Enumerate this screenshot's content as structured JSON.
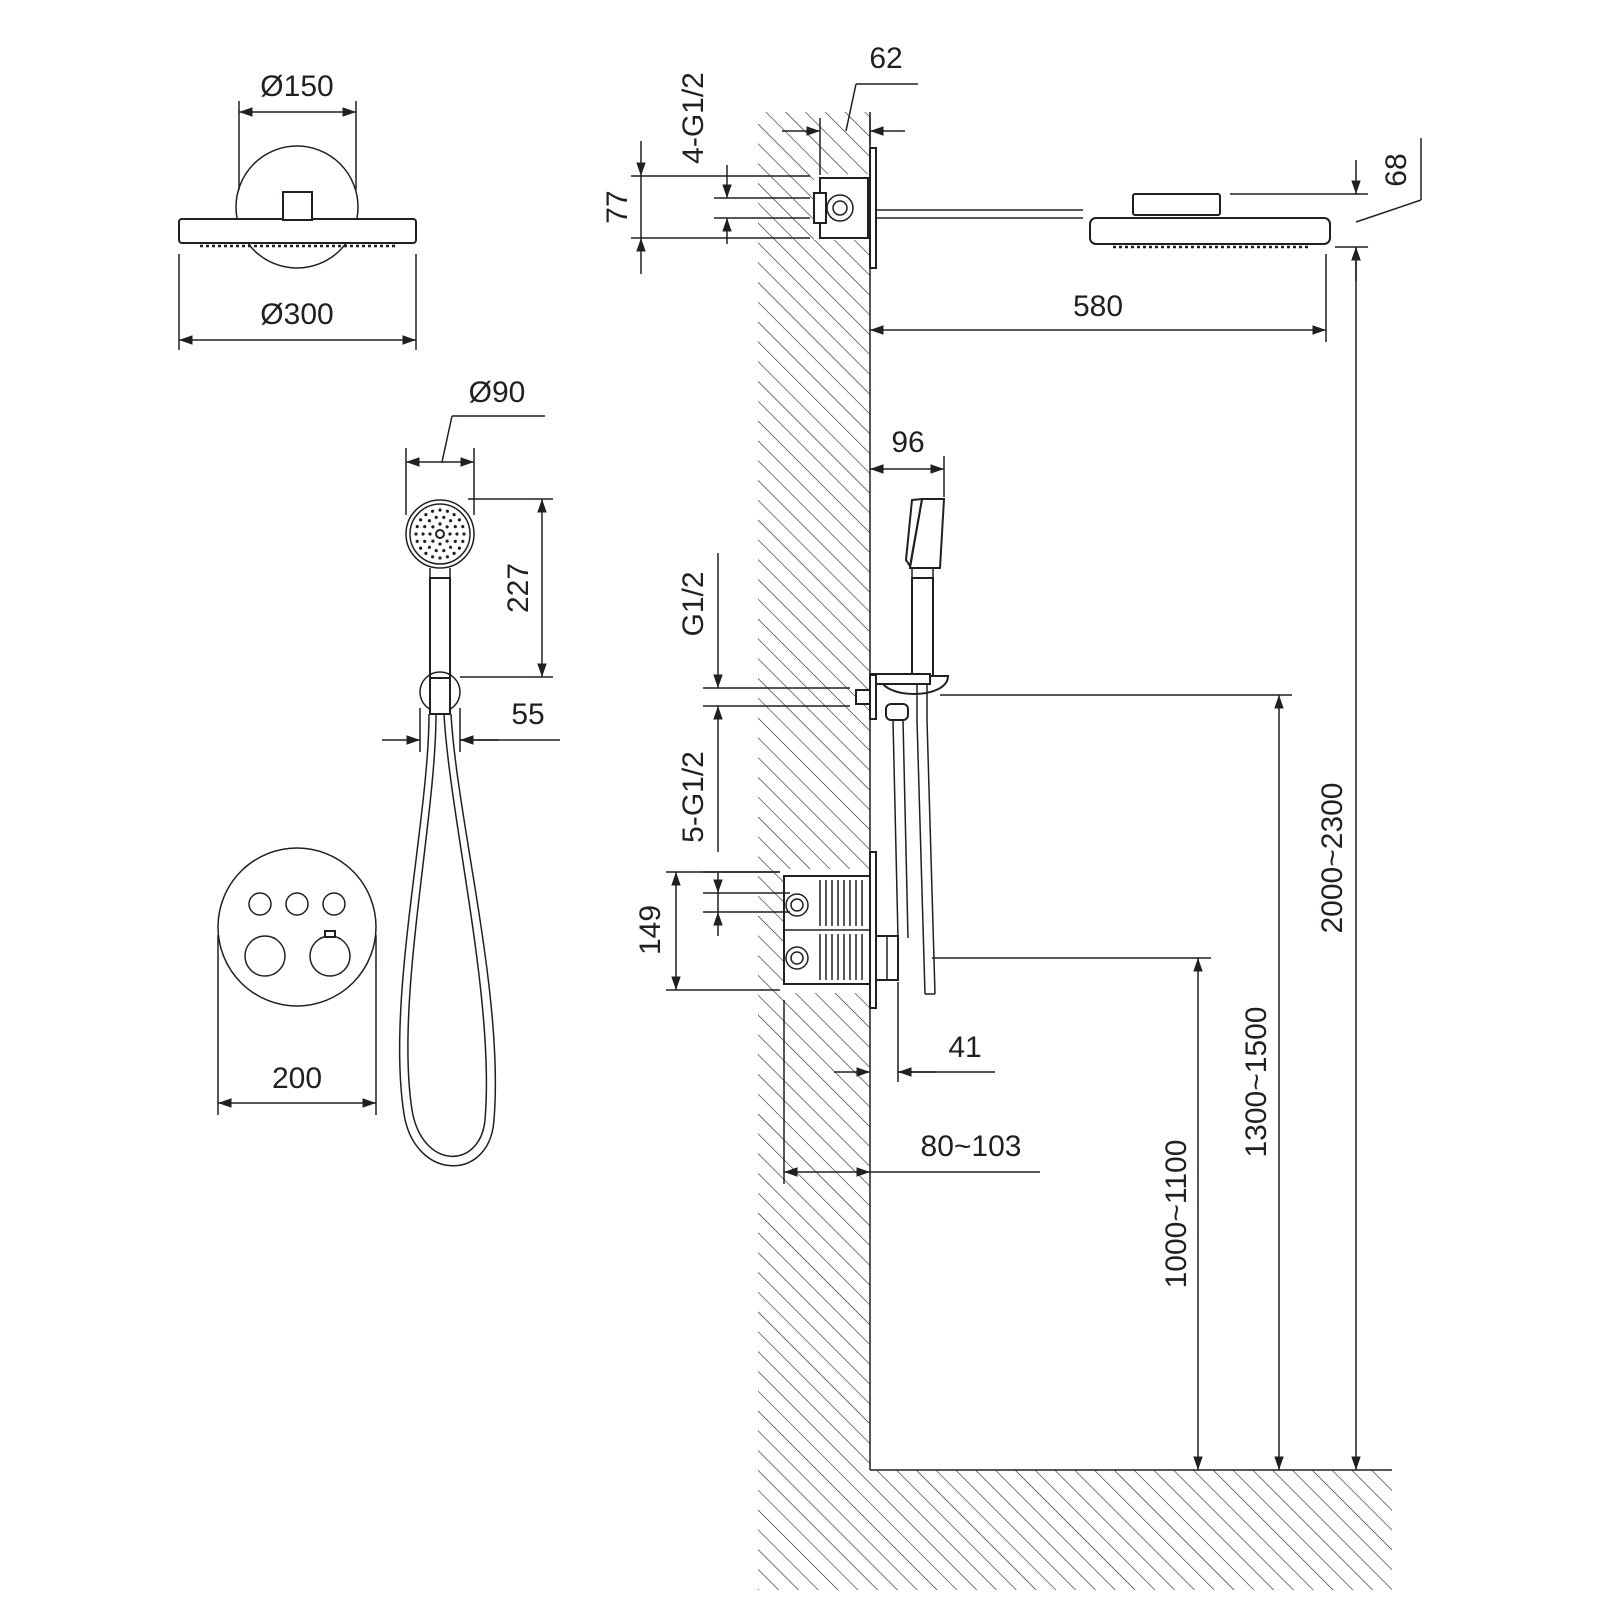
{
  "dimensions": {
    "overhead_plate_diameter": "Ø150",
    "overhead_head_diameter": "Ø300",
    "hand_shower_diameter": "Ø90",
    "hand_shower_length": "227",
    "holder_width": "55",
    "control_plate_width": "200",
    "upper_box_depth": "62",
    "upper_outlets": "4-G1/2",
    "upper_box_height": "77",
    "head_thickness": "68",
    "arm_projection": "580",
    "hand_shower_projection": "96",
    "wall_outlet_thread": "G1/2",
    "mixer_outlets": "5-G1/2",
    "mixer_box_height": "149",
    "hose_outlet_projection": "41",
    "mixer_box_depth": "80~103",
    "mixer_height": "1000~1100",
    "wall_outlet_height": "1300~1500",
    "head_height": "2000~2300"
  },
  "colors": {
    "line": "#231f20",
    "background": "#ffffff"
  }
}
